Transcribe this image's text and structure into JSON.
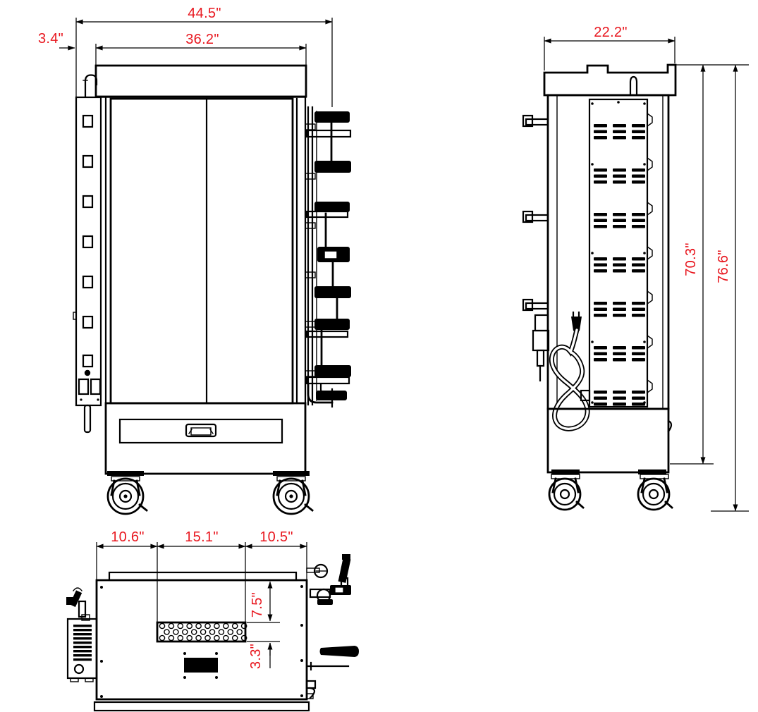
{
  "drawing": {
    "type": "product-dimension-drawing",
    "subject": "commercial rotisserie oven, three orthographic views",
    "units": "inches",
    "views": {
      "front": {
        "overall_width": "44.5\"",
        "cap_offset": "3.4\"",
        "top_cap_width": "36.2\""
      },
      "side": {
        "depth": "22.2\"",
        "body_height": "70.3\"",
        "overall_height": "76.6\""
      },
      "top": {
        "left_section": "10.6\"",
        "middle_section": "15.1\"",
        "right_section": "10.5\"",
        "vent_offset_depth": "7.5\"",
        "vent_depth": "3.3\""
      }
    },
    "colors": {
      "dimension_text": "#e8171f",
      "line": "#000000",
      "background": "#ffffff"
    }
  }
}
